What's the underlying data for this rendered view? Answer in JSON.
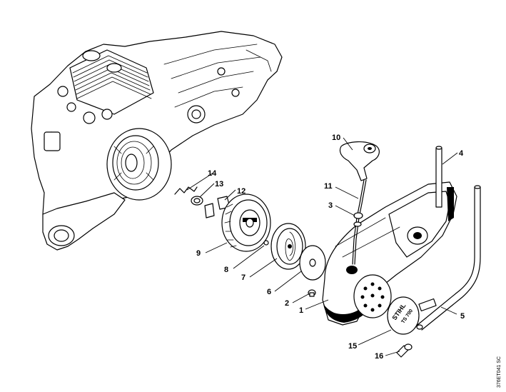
{
  "callouts": [
    {
      "id": "1",
      "label": "1"
    },
    {
      "id": "2",
      "label": "2"
    },
    {
      "id": "3",
      "label": "3"
    },
    {
      "id": "4",
      "label": "4"
    },
    {
      "id": "5",
      "label": "5"
    },
    {
      "id": "6",
      "label": "6"
    },
    {
      "id": "7",
      "label": "7"
    },
    {
      "id": "8",
      "label": "8"
    },
    {
      "id": "9",
      "label": "9"
    },
    {
      "id": "10",
      "label": "10"
    },
    {
      "id": "11",
      "label": "11"
    },
    {
      "id": "12",
      "label": "12"
    },
    {
      "id": "13",
      "label": "13"
    },
    {
      "id": "14",
      "label": "14"
    },
    {
      "id": "15",
      "label": "15"
    },
    {
      "id": "16",
      "label": "16"
    }
  ],
  "logo": {
    "brand": "STIHL",
    "model": "TS 700"
  },
  "drawing_code": "376ET041 SC"
}
